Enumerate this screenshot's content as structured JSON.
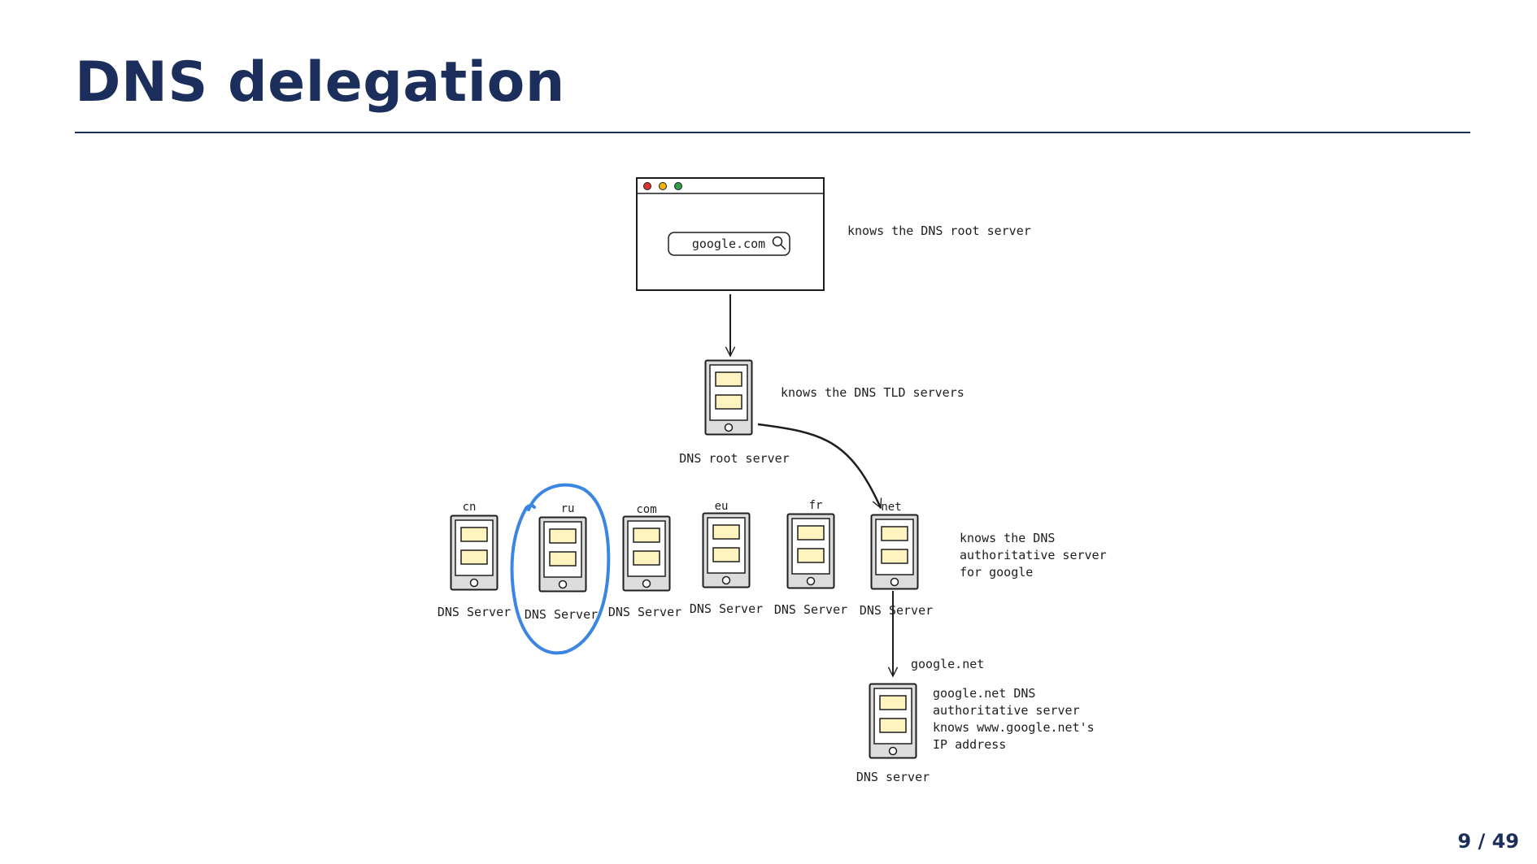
{
  "slide": {
    "title": "DNS delegation",
    "page_number": "9 / 49"
  },
  "browser": {
    "url": "google.com",
    "note": "knows the DNS root server"
  },
  "root": {
    "label": "DNS root server",
    "note": "knows the DNS TLD servers"
  },
  "tlds": [
    {
      "tld": "cn",
      "label": "DNS Server"
    },
    {
      "tld": "ru",
      "label": "DNS Server"
    },
    {
      "tld": "com",
      "label": "DNS Server"
    },
    {
      "tld": "eu",
      "label": "DNS Server"
    },
    {
      "tld": "fr",
      "label": "DNS Server"
    },
    {
      "tld": "net",
      "label": "DNS Server"
    }
  ],
  "tld_note": [
    "knows the DNS",
    "authoritative server",
    "for google"
  ],
  "authoritative": {
    "arrow_label": "google.net",
    "label": "DNS server",
    "note": [
      "google.net DNS",
      "authoritative server",
      "knows www.google.net's",
      "IP address"
    ]
  },
  "colors": {
    "title": "#1b2e5c",
    "server_body": "#dcdcdc",
    "server_panel": "#fff3bf",
    "highlight": "#3a86e0",
    "dot_red": "#e03131",
    "dot_yellow": "#f0b400",
    "dot_green": "#2f9e44"
  }
}
